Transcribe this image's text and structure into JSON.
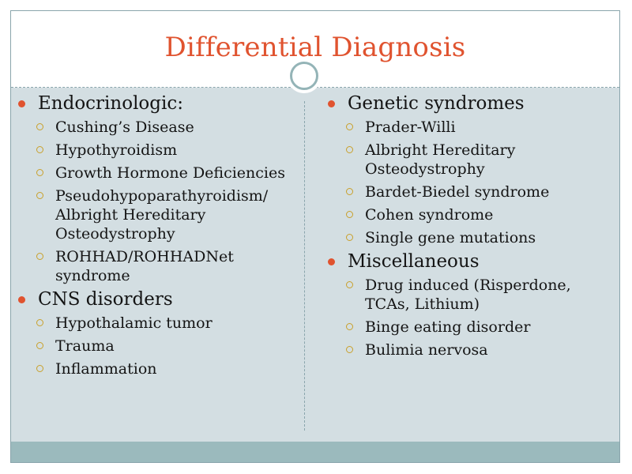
{
  "slide": {
    "title": "Differential Diagnosis",
    "colors": {
      "title": "#e0532f",
      "content_bg": "#d3dee2",
      "footer_band": "#9bbabd",
      "bullet_l1": "#e0532f",
      "bullet_l2": "#c9a02b"
    }
  },
  "left_column": {
    "sections": [
      {
        "heading": "Endocrinologic:",
        "items": [
          "Cushing’s Disease",
          "Hypothyroidism",
          "Growth Hormone Deficiencies",
          "Pseudohypoparathyroidism/ Albright Hereditary Osteodystrophy",
          "ROHHAD/ROHHADNet syndrome"
        ]
      },
      {
        "heading": "CNS disorders",
        "items": [
          "Hypothalamic tumor",
          "Trauma",
          "Inflammation"
        ]
      }
    ]
  },
  "right_column": {
    "sections": [
      {
        "heading": "Genetic syndromes",
        "items": [
          "Prader-Willi",
          "Albright Hereditary Osteodystrophy",
          "Bardet-Biedel syndrome",
          "Cohen syndrome",
          "Single gene mutations"
        ]
      },
      {
        "heading": "Miscellaneous",
        "items": [
          "Drug induced (Risperdone, TCAs, Lithium)",
          "Binge eating disorder",
          "Bulimia nervosa"
        ]
      }
    ]
  }
}
